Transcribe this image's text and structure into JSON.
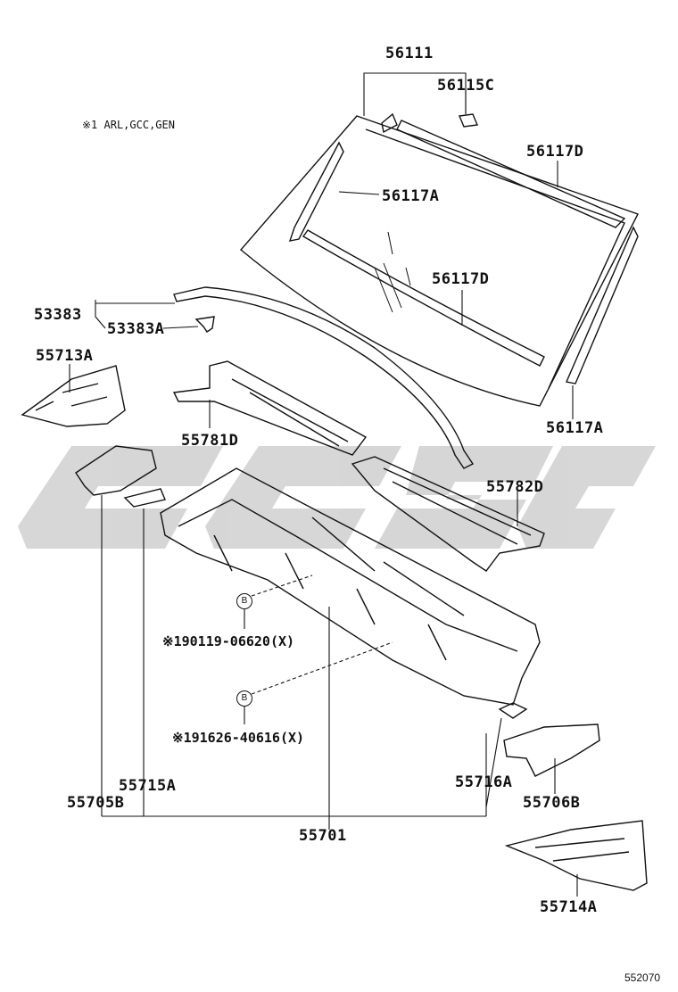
{
  "note": "※1 ARL,GCC,GEN",
  "parts": {
    "p56111": "56111",
    "p56115c": "56115C",
    "p56117d_top": "56117D",
    "p56117a_inner": "56117A",
    "p56117d_lower": "56117D",
    "p53383": "53383",
    "p53383a": "53383A",
    "p55713a": "55713A",
    "p55781d": "55781D",
    "p56117a_side": "56117A",
    "p55782d": "55782D",
    "p55715a": "55715A",
    "p55705b": "55705B",
    "p55716a": "55716A",
    "p55706b": "55706B",
    "p55701": "55701",
    "p55714a": "55714A"
  },
  "refs": {
    "bolt1": "※190119-06620(X)",
    "bolt2": "※191626-40616(X)",
    "bubble_letter": "B"
  },
  "diagram_id": "552070",
  "colors": {
    "line": "#111111",
    "watermark": "#d0d0d0"
  }
}
